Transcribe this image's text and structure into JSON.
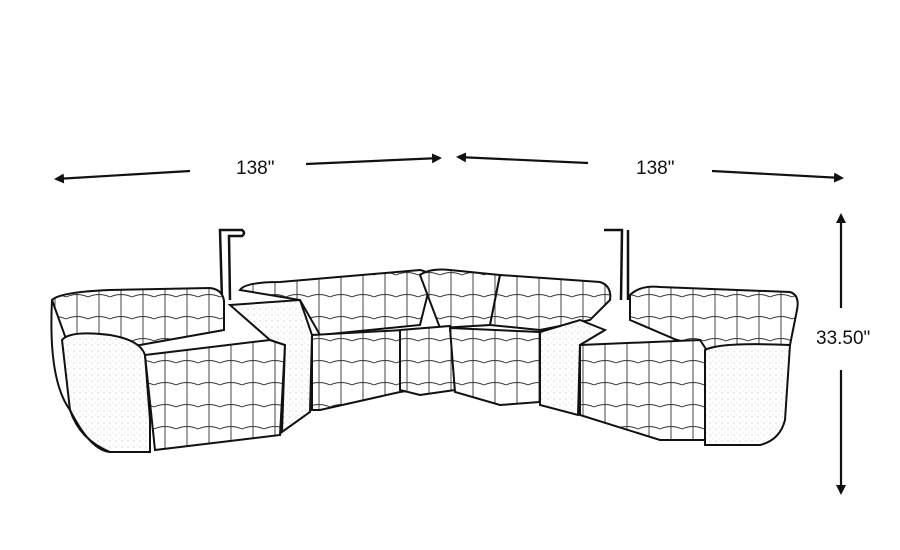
{
  "diagram": {
    "subject": "sectional-sofa-line-drawing",
    "dimensions": {
      "left_width": "138\"",
      "right_width": "138\"",
      "height": "33.50\""
    },
    "colors": {
      "line": "#111111",
      "background": "#ffffff",
      "shading": "#e6e6e6"
    }
  }
}
